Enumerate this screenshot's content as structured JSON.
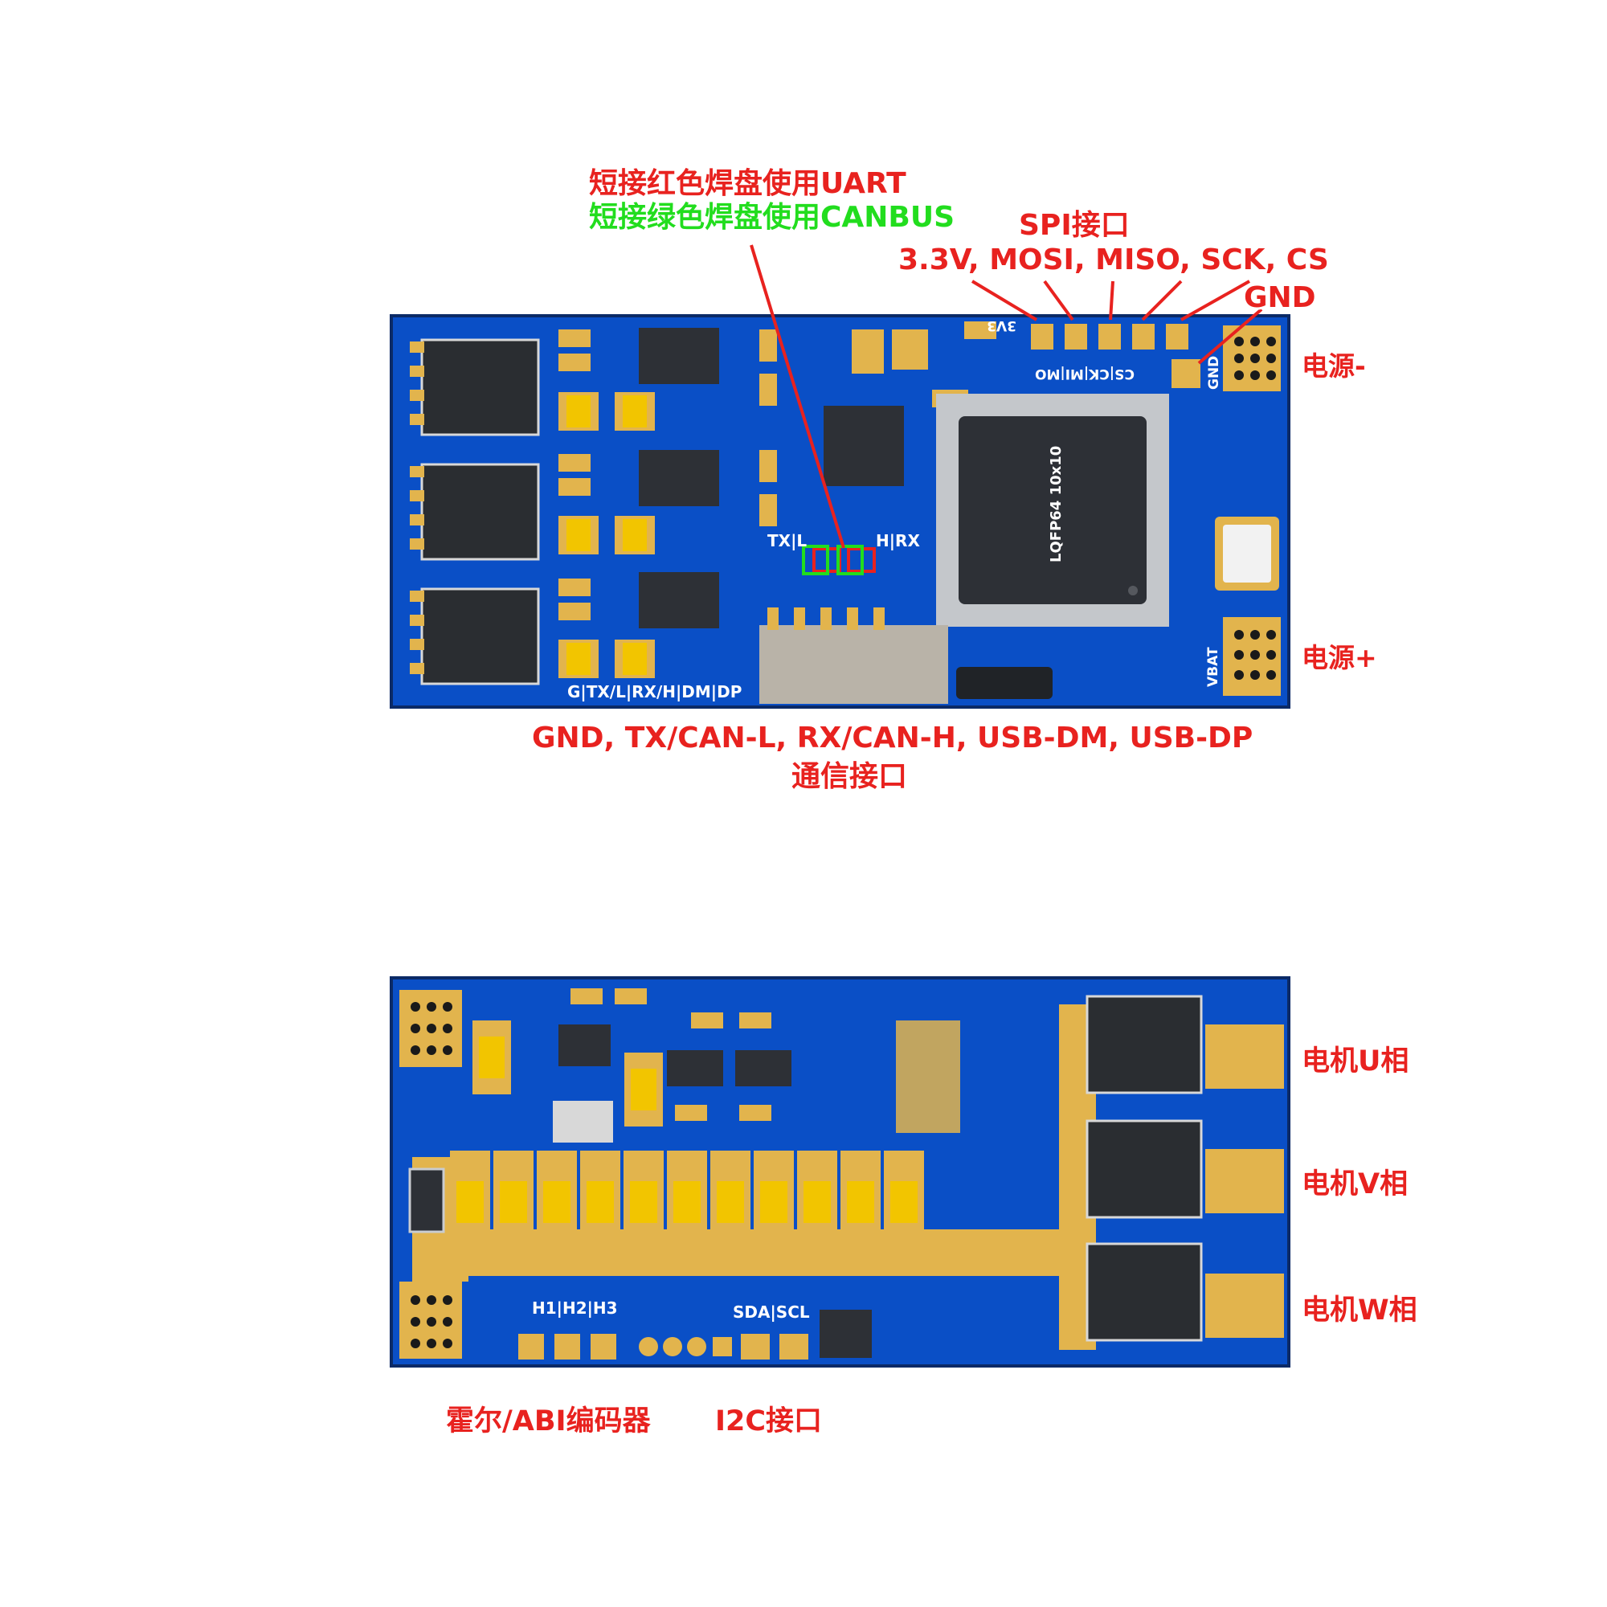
{
  "top_board": {
    "jumper_note_uart": "短接红色焊盘使用UART",
    "jumper_note_canbus": "短接绿色焊盘使用CANBUS",
    "spi_title": "SPI接口",
    "spi_pins": "3.3V, MOSI, MISO, SCK, CS",
    "gnd_label": "GND",
    "power_minus": "电源-",
    "power_plus": "电源+",
    "comm_pins": "GND, TX/CAN-L, RX/CAN-H, USB-DM, USB-DP",
    "comm_title": "通信接口",
    "silk": {
      "tx": "TX|L",
      "rx": "H|RX",
      "conn": "G|TX/L|RX/H|DM|DP",
      "spi_row": "CS|CK|MI|MO",
      "v3": "3V3",
      "gnd": "GND",
      "vbat": "VBAT",
      "mcu": "LQFP64 10x10"
    }
  },
  "bottom_board": {
    "motor_u": "电机U相",
    "motor_v": "电机V相",
    "motor_w": "电机W相",
    "encoder_label": "霍尔/ABI编码器",
    "i2c_label": "I2C接口",
    "silk": {
      "hall": "H1|H2|H3",
      "i2c": "SDA|SCL"
    }
  },
  "colors": {
    "pcb_blue": "#0a4fc6",
    "pad_gold": "#e2b44d",
    "annotation_red": "#e8221f",
    "annotation_green": "#22dd1e"
  }
}
